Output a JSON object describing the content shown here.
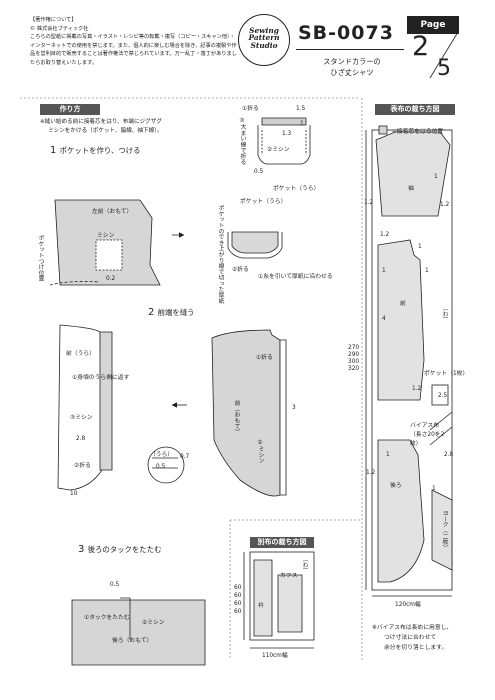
{
  "copyright": {
    "heading": "【著作権について】",
    "company": "© 株式会社ブティック社",
    "text": "こちらの型紙に掲載の写真・イラスト・レシピ等の転載・複写（コピー・スキャン他）・インターネットでの使用を禁じます。また、個人的に楽しむ場合を除き、記事の複製や作品を営利目的で販売することは著作権法で禁じられています。万一乱丁・落丁がありましたらお取り替えいたします。"
  },
  "logo": {
    "line1": "Sewing",
    "line2": "Pattern",
    "line3": "Studio"
  },
  "header": {
    "code": "SB-0073",
    "title_line1": "スタンドカラーの",
    "title_line2": "ひざ丈シャツ",
    "page_label": "Page",
    "page": "2",
    "total": "5"
  },
  "howto": {
    "title": "作り方",
    "note_line1": "※縫い始める前に接着芯をはり、布端にジグザグ",
    "note_line2": "ミシンをかける（ポケット、脇線、袖下線）。",
    "step1": {
      "num": "1",
      "title": "ポケットを作り、つける"
    },
    "step2": {
      "num": "2",
      "title": "前端を縫う"
    },
    "step3": {
      "num": "3",
      "title": "後ろのタックをたたむ"
    }
  },
  "step1_labels": {
    "fold1": "①折る",
    "m15": "1.5",
    "m1": "1",
    "m13": "1.3",
    "sew2": "②ミシン",
    "m05": "0.5",
    "fold_edge": "③大まい線で折る",
    "pocket_back": "ポケット（うら）",
    "pocket_front": "ポケット（うら）",
    "finish_line": "ポケットのでき上がり線で切った厚紙",
    "fold2": "②折る",
    "press": "①糸を引いて厚紙に沿わせる",
    "left_front": "左前（おもて）",
    "sew": "ミシン",
    "dim02": "0.2",
    "placement": "ポケットつけ位置"
  },
  "step2_labels": {
    "front_back": "前（うら）",
    "fold_back": "①身頃のうら側に返す",
    "sew3": "③ミシン",
    "m28": "2.8",
    "fold2": "②折る",
    "m10": "10",
    "ura": "（うら）",
    "m07": "0.7",
    "m05": "0.5",
    "fold1b": "①折る",
    "front_omote": "前（おもて）",
    "m3": "3",
    "sew2": "②ミシン"
  },
  "step3_labels": {
    "m05": "0.5",
    "tuck": "①タックをたたむ",
    "sew2": "②ミシン",
    "back_omote": "後ろ（おもて）"
  },
  "layout": {
    "title": "表布の裁ち方図",
    "legend": "＝接着芯をはる位置",
    "sleeve": "袖",
    "front": "前",
    "back": "後ろ",
    "yoke": "ヨーク（二枚）",
    "pocket": "ポケット（1枚）",
    "bias": "バイアス布（長さ20を2枚）",
    "fold_lbl": "（わ）",
    "heights": [
      "270",
      "290",
      "300",
      "320"
    ],
    "width": "120cm幅",
    "seam": [
      "1.2",
      "1",
      "1.2",
      "1.2",
      "1",
      "1",
      "1.2",
      "1",
      "4",
      "1.2",
      "1",
      "2.5",
      "2.8",
      "1"
    ],
    "note1": "※バイアス布は長めに用意し、",
    "note2": "つけ寸法に合わせて",
    "note3": "余分を切り落とします。"
  },
  "sublayout": {
    "title": "別布の裁ち方図",
    "cuff": "カフス",
    "fold": "（わ）",
    "collar": "衿",
    "heights": [
      "60",
      "60",
      "60",
      "60"
    ],
    "width": "110cm幅"
  }
}
